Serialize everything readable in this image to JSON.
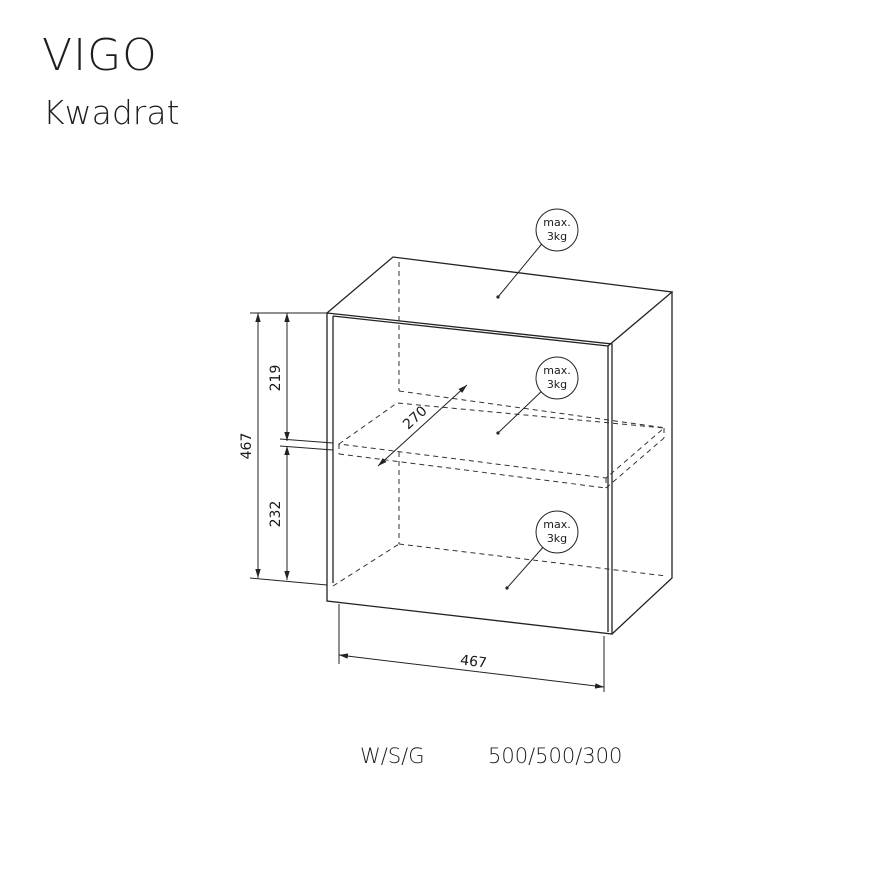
{
  "header": {
    "title": "VIGO",
    "subtitle": "Kwadrat"
  },
  "dimensions": {
    "upper_height": "219",
    "lower_height": "232",
    "total_height": "467",
    "width": "467",
    "shelf_depth": "270"
  },
  "load_badges": [
    {
      "line1": "max.",
      "line2": "3kg"
    },
    {
      "line1": "max.",
      "line2": "3kg"
    },
    {
      "line1": "max.",
      "line2": "3kg"
    }
  ],
  "specs": {
    "label": "W/S/G",
    "value": "500/500/300"
  }
}
